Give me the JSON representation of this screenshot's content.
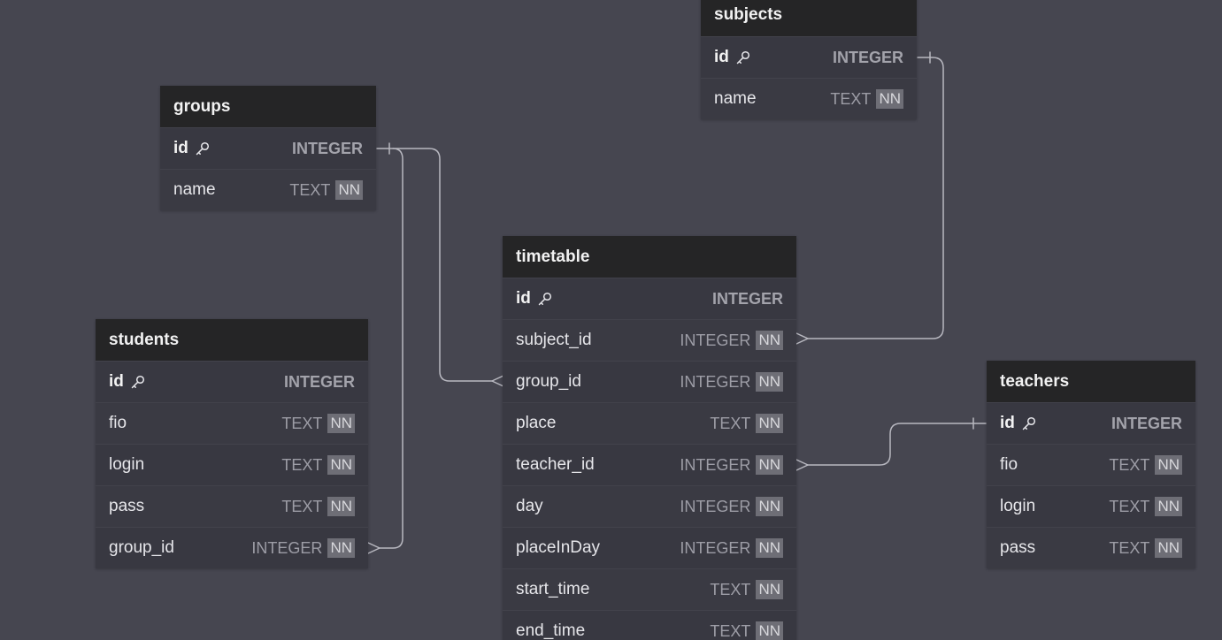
{
  "colors": {
    "canvas": "#464650",
    "table_header": "#252526",
    "table_body": "#3a3a43",
    "connector": "#b8b8c0",
    "nn_badge": "#6e6e76"
  },
  "key_icon": "key-icon",
  "tables": {
    "subjects": {
      "name": "subjects",
      "columns": [
        {
          "name": "id",
          "type": "INTEGER",
          "nn": ""
        },
        {
          "name": "name",
          "type": "TEXT",
          "nn": "NN"
        }
      ]
    },
    "groups": {
      "name": "groups",
      "columns": [
        {
          "name": "id",
          "type": "INTEGER",
          "nn": ""
        },
        {
          "name": "name",
          "type": "TEXT",
          "nn": "NN"
        }
      ]
    },
    "timetable": {
      "name": "timetable",
      "columns": [
        {
          "name": "id",
          "type": "INTEGER",
          "nn": ""
        },
        {
          "name": "subject_id",
          "type": "INTEGER",
          "nn": "NN"
        },
        {
          "name": "group_id",
          "type": "INTEGER",
          "nn": "NN"
        },
        {
          "name": "place",
          "type": "TEXT",
          "nn": "NN"
        },
        {
          "name": "teacher_id",
          "type": "INTEGER",
          "nn": "NN"
        },
        {
          "name": "day",
          "type": "INTEGER",
          "nn": "NN"
        },
        {
          "name": "placeInDay",
          "type": "INTEGER",
          "nn": "NN"
        },
        {
          "name": "start_time",
          "type": "TEXT",
          "nn": "NN"
        },
        {
          "name": "end_time",
          "type": "TEXT",
          "nn": "NN"
        }
      ]
    },
    "students": {
      "name": "students",
      "columns": [
        {
          "name": "id",
          "type": "INTEGER",
          "nn": ""
        },
        {
          "name": "fio",
          "type": "TEXT",
          "nn": "NN"
        },
        {
          "name": "login",
          "type": "TEXT",
          "nn": "NN"
        },
        {
          "name": "pass",
          "type": "TEXT",
          "nn": "NN"
        },
        {
          "name": "group_id",
          "type": "INTEGER",
          "nn": "NN"
        }
      ]
    },
    "teachers": {
      "name": "teachers",
      "columns": [
        {
          "name": "id",
          "type": "INTEGER",
          "nn": ""
        },
        {
          "name": "fio",
          "type": "TEXT",
          "nn": "NN"
        },
        {
          "name": "login",
          "type": "TEXT",
          "nn": "NN"
        },
        {
          "name": "pass",
          "type": "TEXT",
          "nn": "NN"
        }
      ]
    }
  },
  "relationships": [
    {
      "from": "timetable.subject_id",
      "to": "subjects.id",
      "cardinality": "many-to-one"
    },
    {
      "from": "timetable.group_id",
      "to": "groups.id",
      "cardinality": "many-to-one"
    },
    {
      "from": "students.group_id",
      "to": "groups.id",
      "cardinality": "many-to-one"
    },
    {
      "from": "timetable.teacher_id",
      "to": "teachers.id",
      "cardinality": "many-to-one"
    }
  ]
}
